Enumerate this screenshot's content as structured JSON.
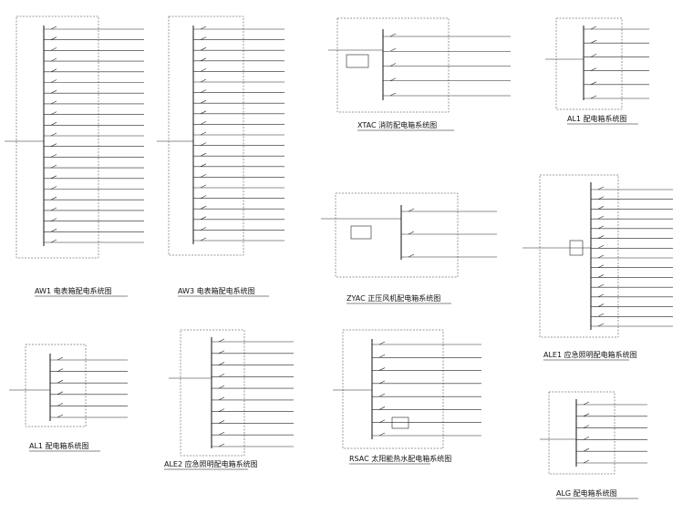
{
  "panels": [
    {
      "id": "AW1",
      "title": "AW1 电表箱配电系统图"
    },
    {
      "id": "AW3",
      "title": "AW3 电表箱配电系统图"
    },
    {
      "id": "XTAC",
      "title": "XTAC 消防配电箱系统图"
    },
    {
      "id": "AL1_top",
      "title": "AL1 配电箱系统图"
    },
    {
      "id": "ZYAC",
      "title": "ZYAC 正压风机配电箱系统图"
    },
    {
      "id": "ALE1",
      "title": "ALE1 应急照明配电箱系统图"
    },
    {
      "id": "AL1_bottom",
      "title": "AL1 配电箱系统图"
    },
    {
      "id": "ALE2",
      "title": "ALE2 应急照明配电箱系统图"
    },
    {
      "id": "RSAC",
      "title": "RSAC 太阳能热水配电箱系统图"
    },
    {
      "id": "ALG",
      "title": "ALG 配电箱系统图"
    }
  ]
}
